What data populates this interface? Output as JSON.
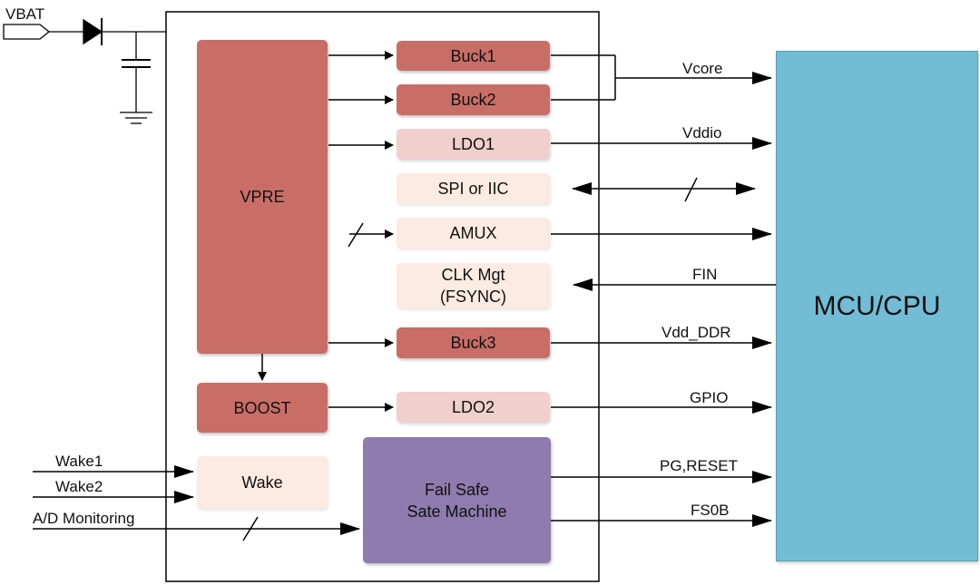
{
  "colors": {
    "dark_block": "#c96e67",
    "light_block": "#f0cfcd",
    "peach_block": "#fcebe2",
    "fail_safe": "#8f7bad",
    "mcu": "#72bdd5",
    "line": "#000000"
  },
  "input": {
    "vbat": "VBAT"
  },
  "blocks": {
    "vpre": "VPRE",
    "buck1": "Buck1",
    "buck2": "Buck2",
    "ldo1": "LDO1",
    "spi": "SPI or IIC",
    "amux": "AMUX",
    "clk": "CLK Mgt\n(FSYNC)",
    "buck3": "Buck3",
    "boost": "BOOST",
    "ldo2": "LDO2",
    "wake": "Wake",
    "failsafe": "Fail Safe\nSate Machine",
    "mcu": "MCU/CPU"
  },
  "signals": {
    "vcore": "Vcore",
    "vddio": "Vddio",
    "fin": "FIN",
    "vdd_ddr": "Vdd_DDR",
    "gpio": "GPIO",
    "pg_reset": "PG,RESET",
    "fs0b": "FS0B",
    "wake1": "Wake1",
    "wake2": "Wake2",
    "ad_monitoring": "A/D Monitoring"
  }
}
